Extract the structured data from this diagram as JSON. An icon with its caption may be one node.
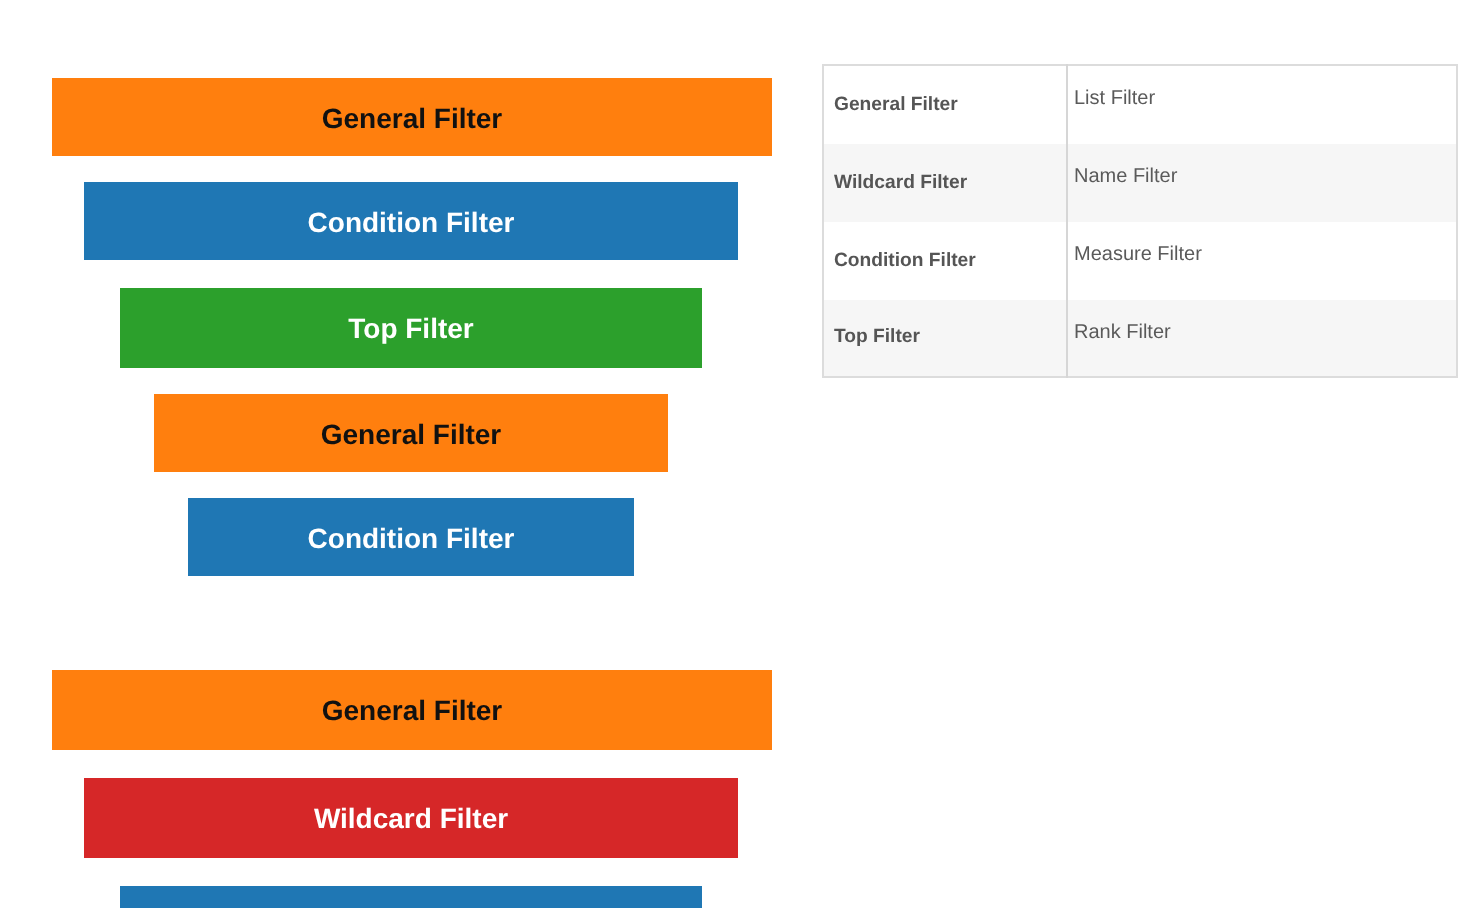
{
  "diagram": {
    "nodes": [
      {
        "text": [
          "General Filter"
        ]
      },
      {
        "text": [
          "Condition Filter"
        ]
      },
      {
        "text": [
          "Top Filter"
        ]
      },
      {
        "text": [
          "General Filter"
        ]
      },
      {
        "text": [
          "Condition Filter"
        ]
      },
      {
        "text": [
          "General Filter"
        ]
      },
      {
        "text": [
          "Wildcard Filter"
        ]
      },
      {
        "text": [],
        "shape": "bar"
      }
    ],
    "labels": [
      "General Filter",
      "List Filter",
      "Wildcard Filter",
      "Name Filter",
      "Condition Filter",
      "Measure Filter",
      "Top Filter",
      "Rank Filter"
    ]
  }
}
